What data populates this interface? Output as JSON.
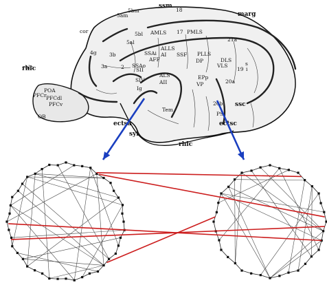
{
  "brain": {
    "area_labels": [
      "5bm",
      "5am",
      "cor",
      "5al",
      "5bl",
      "AMLS",
      "PMLS",
      "21a",
      "rhlc",
      "4g",
      "ALLS",
      "SSAi",
      "SSAo",
      "SSF",
      "PLLS",
      "DP",
      "DLS",
      "VLS",
      "AI",
      "AFF",
      "SII",
      "2",
      "3a",
      "3b",
      "SIV",
      "POA",
      "PFCr",
      "PFCdl",
      "PFCv",
      "OB",
      "ALS",
      "AII",
      "Ig",
      "EPp",
      "VP",
      "20a",
      "20b",
      "PS",
      "Tem",
      "19",
      "18",
      "17",
      "s",
      "i"
    ],
    "sulcus_labels": [
      "ssm",
      "marg",
      "rhlc",
      "ssc",
      "ectsa",
      "syl",
      "rhlc",
      "ectsc"
    ],
    "border_colors": {
      "outline": "#111111",
      "fill": "#f1f1f1",
      "sulcus": "#222222"
    }
  },
  "arrows": {
    "color": "#1a3fc0"
  },
  "networks": {
    "left_node_count": 44,
    "right_node_count": 36,
    "edge_color": "#444444",
    "inter_edge_color": "#cc1e1e",
    "inter_edges": [
      {
        "from_left_angle_deg": -55,
        "to_right_angle_deg": -5
      },
      {
        "from_left_angle_deg": -58,
        "to_right_angle_deg": -55
      },
      {
        "from_left_angle_deg": 178,
        "to_right_angle_deg": 20
      },
      {
        "from_left_angle_deg": 162,
        "to_right_angle_deg": 5
      },
      {
        "from_left_angle_deg": 45,
        "to_right_angle_deg": 185
      }
    ]
  }
}
